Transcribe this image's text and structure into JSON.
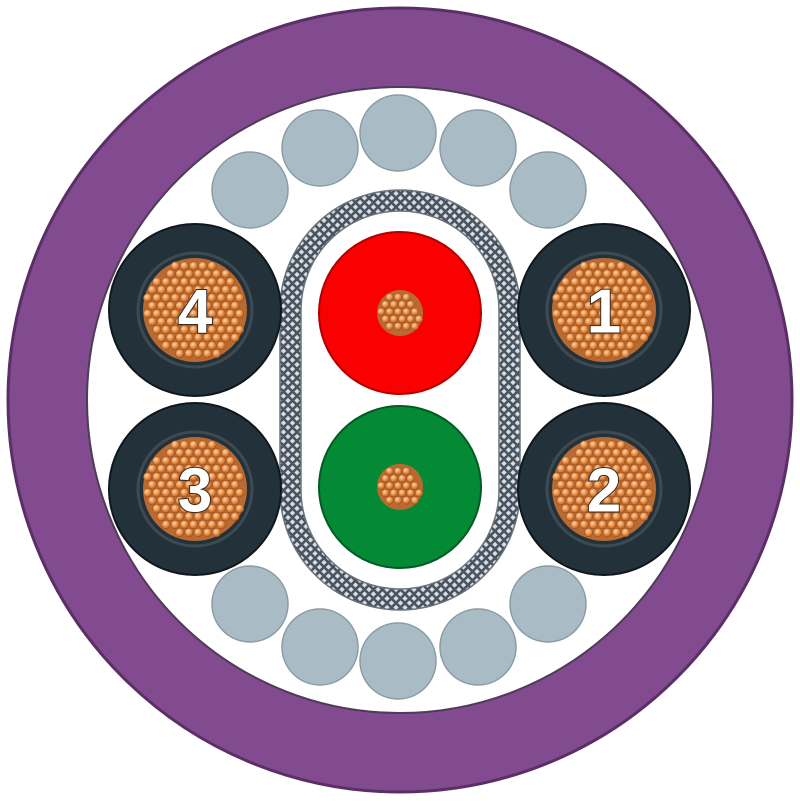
{
  "diagram": {
    "colors": {
      "outer_jacket": "#824a8f",
      "inner_fill": "#ffffff",
      "filler": "#a9bcc6",
      "filler_edge": "#8a9ba4",
      "power_insulation": "#23313a",
      "copper_strand": "#e0853a",
      "copper_strand_light": "#f6c9a0",
      "copper_bg": "#b96a32",
      "red_core": "#fb0000",
      "green_core": "#048a34",
      "shield_braid": "#4b5561",
      "shield_bg": "#d9dee2",
      "number_text": "#ffffff"
    },
    "power_cores": [
      {
        "label": "1"
      },
      {
        "label": "2"
      },
      {
        "label": "3"
      },
      {
        "label": "4"
      }
    ],
    "signal_pair": [
      {
        "color": "red"
      },
      {
        "color": "green"
      }
    ]
  }
}
